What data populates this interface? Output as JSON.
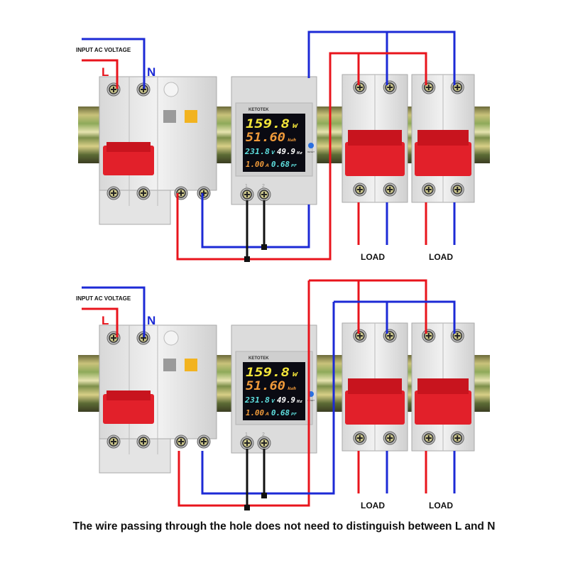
{
  "caption": "The wire passing through the hole does not need to distinguish between L and N",
  "panels": [
    {
      "input_label": "INPUT AC VOLTAGE",
      "l_label": "L",
      "n_label": "N",
      "load_labels": [
        "LOAD",
        "LOAD"
      ]
    },
    {
      "input_label": "INPUT AC VOLTAGE",
      "l_label": "L",
      "n_label": "N",
      "load_labels": [
        "LOAD",
        "LOAD"
      ]
    }
  ],
  "meter": {
    "brand": "KETOTEK",
    "power": "159.8",
    "power_unit": "W",
    "energy": "51.60",
    "energy_unit": "kwh",
    "voltage": "231.8",
    "voltage_unit": "V",
    "frequency": "49.9",
    "frequency_unit": "Hz",
    "current": "1.00",
    "current_unit": "A",
    "power_factor": "0.68",
    "power_factor_unit": "PF",
    "reset_label": "RESET",
    "terminal_labels": [
      "1",
      "2"
    ]
  },
  "colors": {
    "live": "#e8141c",
    "neutral": "#1c2ad6",
    "sense": "#111111",
    "breaker_handle": "#e2202a"
  }
}
